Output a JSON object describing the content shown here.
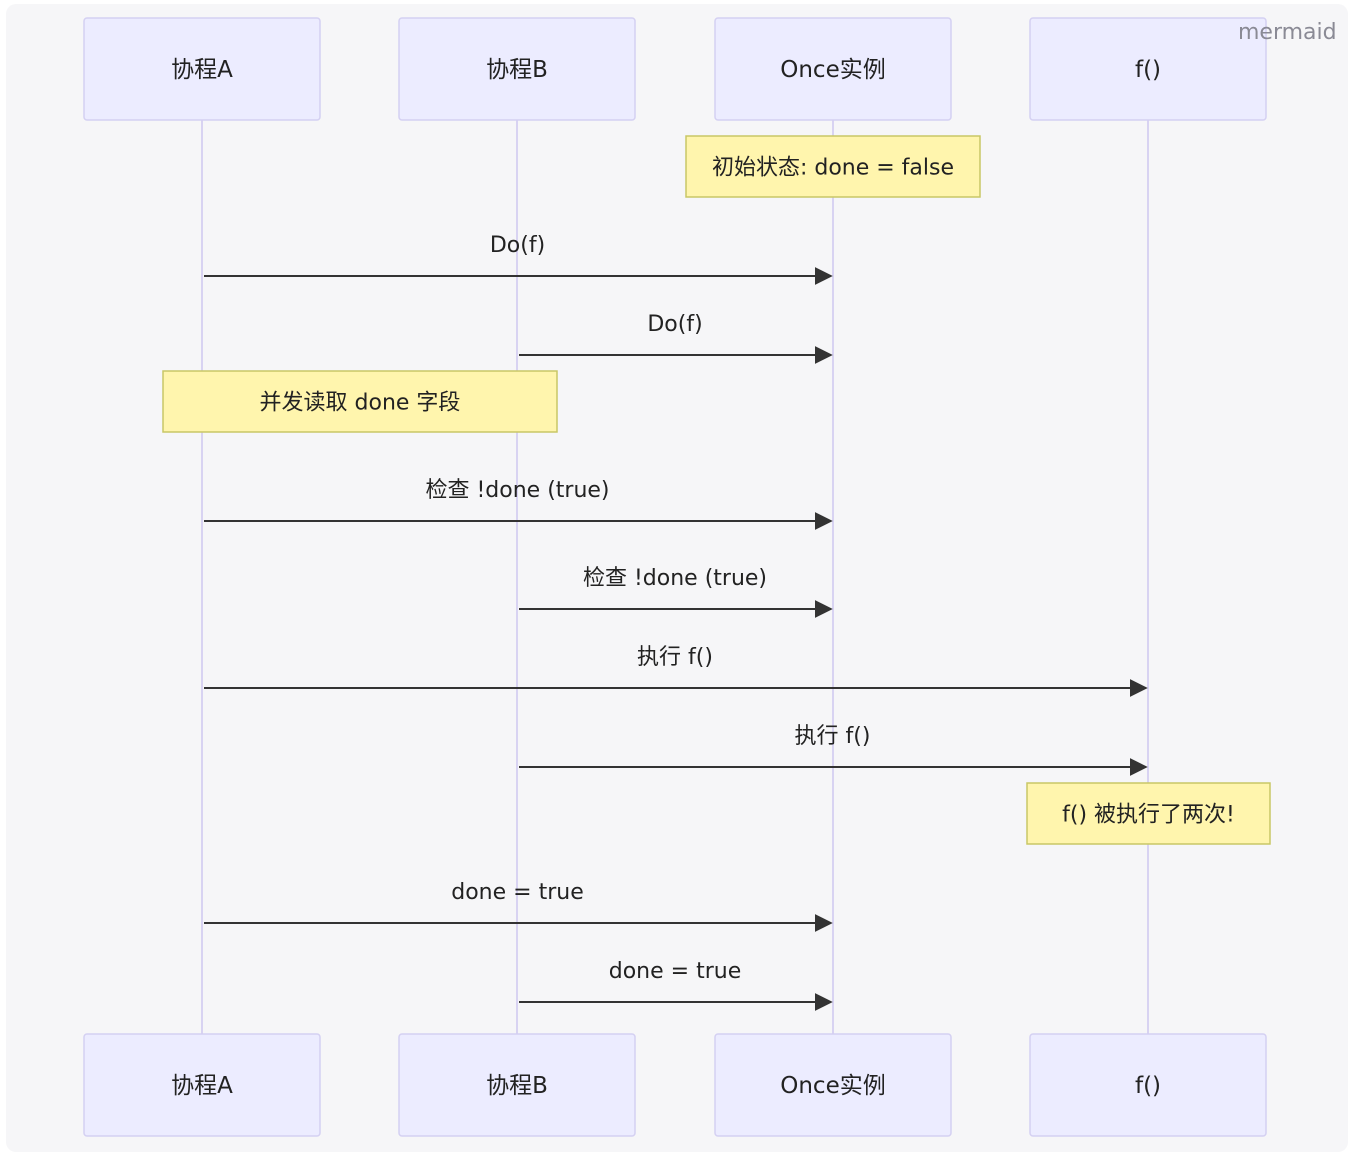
{
  "watermark": "mermaid",
  "participants": [
    {
      "id": "A",
      "label": "协程A"
    },
    {
      "id": "B",
      "label": "协程B"
    },
    {
      "id": "O",
      "label": "Once实例"
    },
    {
      "id": "F",
      "label": "f()"
    }
  ],
  "notes": [
    {
      "text": "初始状态: done = false"
    },
    {
      "text": "并发读取 done 字段"
    },
    {
      "text": "f() 被执行了两次!"
    }
  ],
  "messages": [
    {
      "from": "A",
      "to": "O",
      "text": "Do(f)"
    },
    {
      "from": "B",
      "to": "O",
      "text": "Do(f)"
    },
    {
      "from": "A",
      "to": "O",
      "text": "检查 !done (true)"
    },
    {
      "from": "B",
      "to": "O",
      "text": "检查 !done (true)"
    },
    {
      "from": "A",
      "to": "F",
      "text": "执行 f()"
    },
    {
      "from": "B",
      "to": "F",
      "text": "执行 f()"
    },
    {
      "from": "A",
      "to": "O",
      "text": "done = true"
    },
    {
      "from": "B",
      "to": "O",
      "text": "done = true"
    }
  ],
  "colors": {
    "actor_fill": "#ececff",
    "actor_border": "#d4d0f2",
    "lifeline": "#d8d3f2",
    "note_fill": "#fff5ad",
    "note_border": "#c9c766",
    "arrow": "#333333",
    "text": "#222222"
  }
}
